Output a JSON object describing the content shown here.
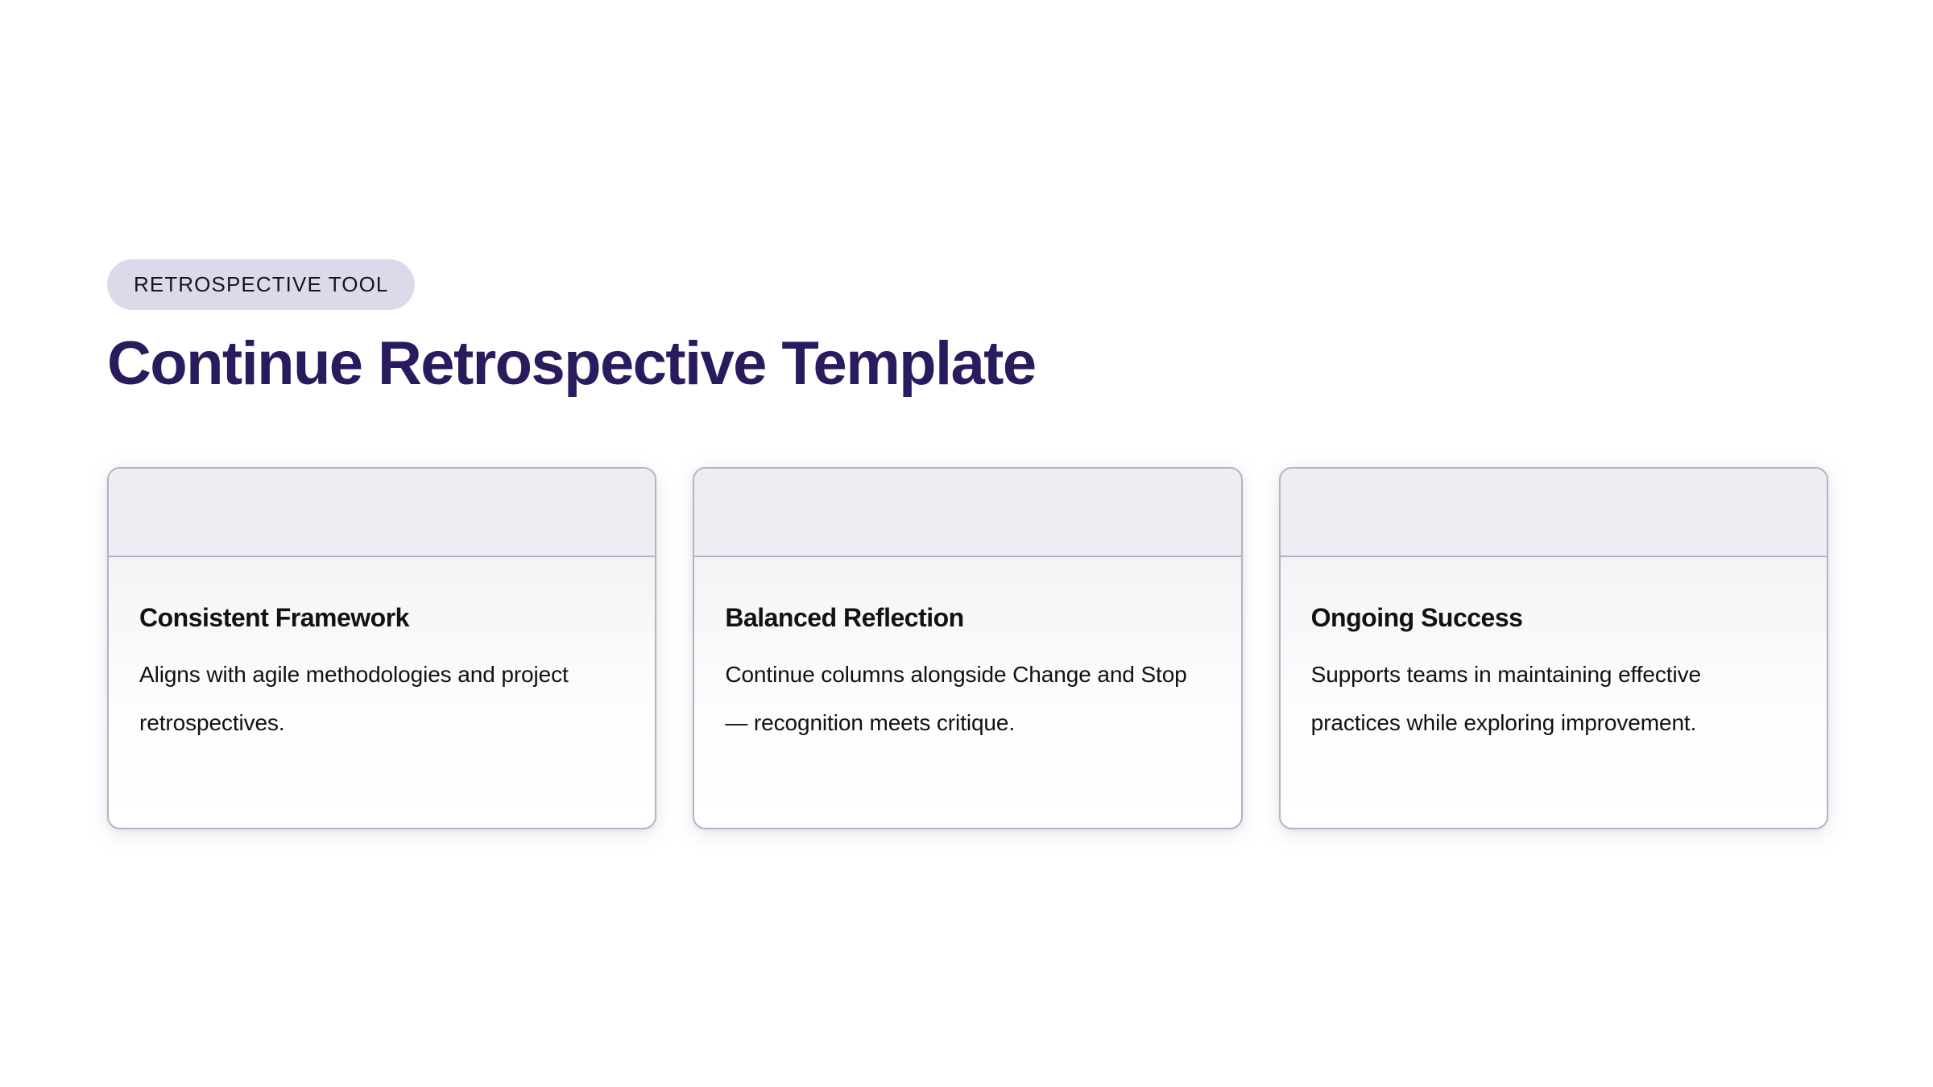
{
  "header": {
    "eyebrow": "RETROSPECTIVE TOOL",
    "title": "Continue Retrospective Template"
  },
  "colors": {
    "page_background": "#ffffff",
    "badge_background": "#dcdaea",
    "badge_text": "#15141a",
    "title_text": "#2a1a5e",
    "card_border": "#b3b2c6",
    "card_media_fill": "#eceef4",
    "card_title_text": "#121212",
    "card_body_text": "#111111"
  },
  "cards": [
    {
      "title": "Consistent Framework",
      "description": "Aligns with agile methodologies and project retrospectives."
    },
    {
      "title": "Balanced Reflection",
      "description": "Continue columns alongside Change and Stop — recognition meets critique."
    },
    {
      "title": "Ongoing Success",
      "description": "Supports teams in maintaining effective practices while exploring improvement."
    }
  ]
}
